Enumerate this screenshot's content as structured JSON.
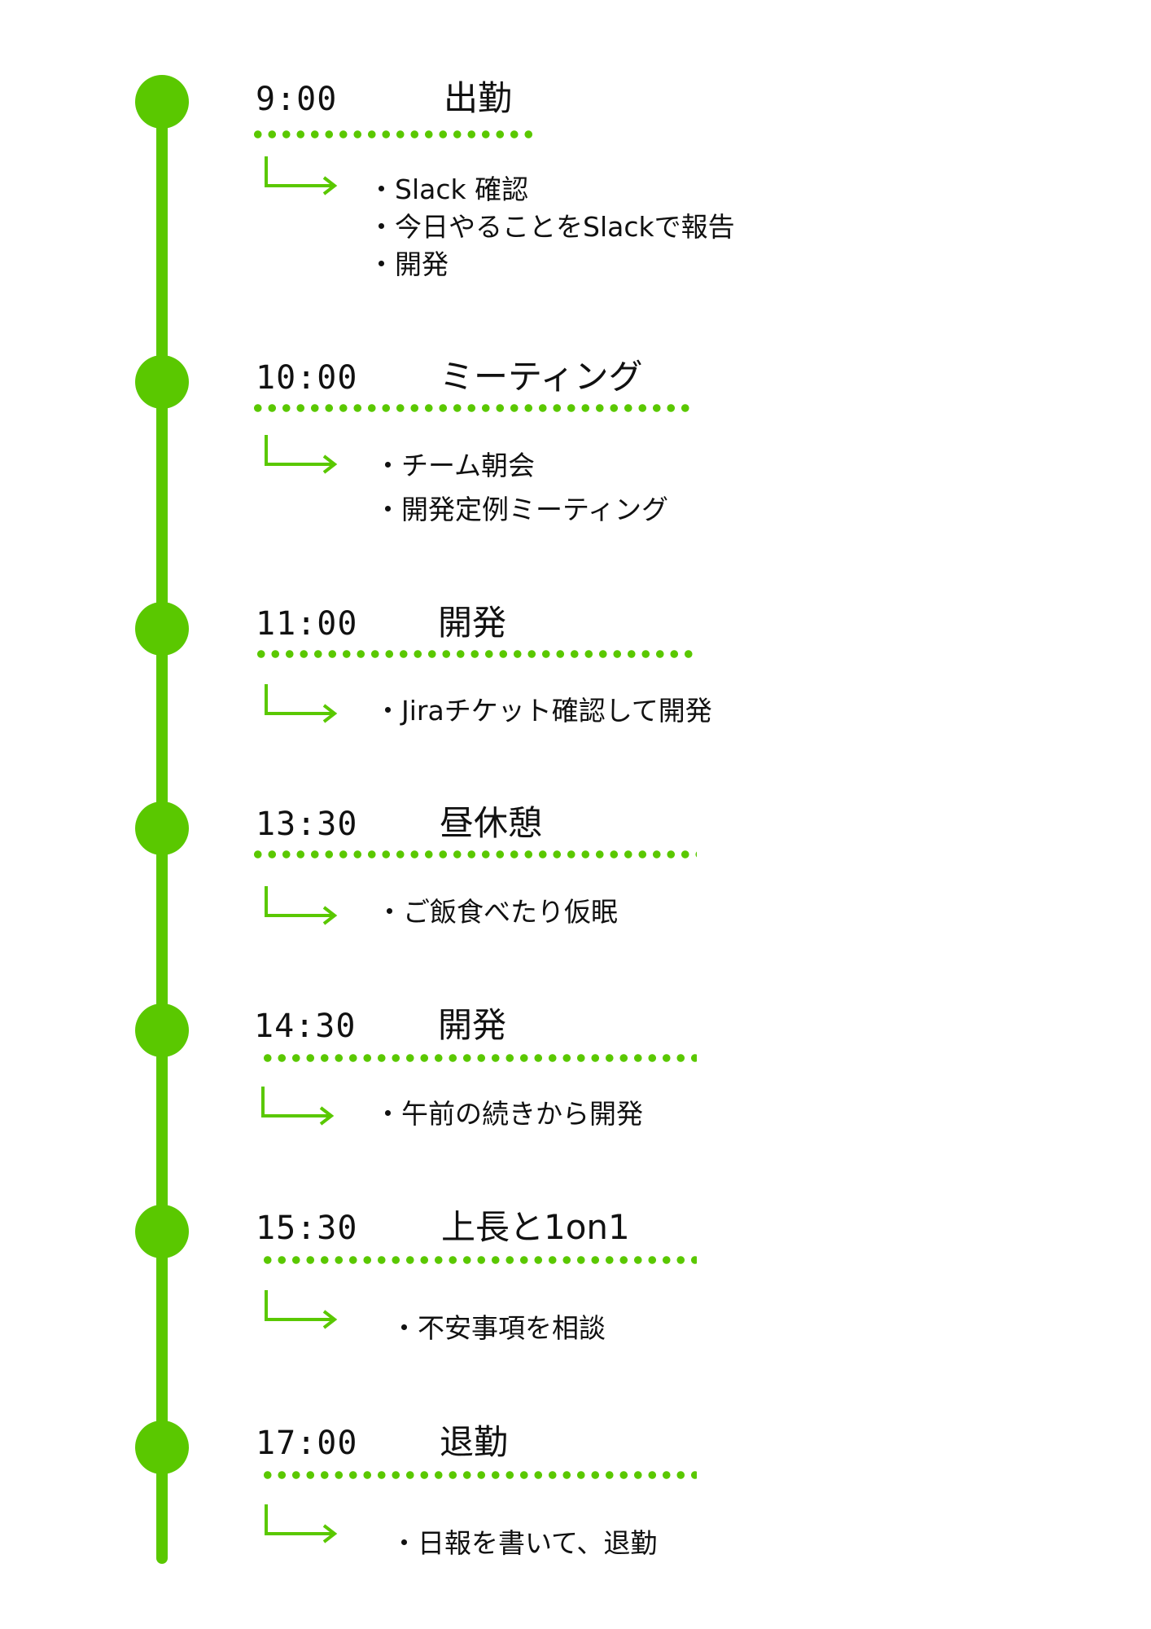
{
  "colors": {
    "accent": "#5ac800",
    "text": "#111111",
    "background": "#ffffff"
  },
  "schedule": [
    {
      "time": "9:00",
      "title": "出勤",
      "details": [
        "・Slack 確認",
        "・今日やることをSlackで報告",
        "・開発"
      ]
    },
    {
      "time": "10:00",
      "title": "ミーティング",
      "details": [
        "・チーム朝会",
        "・開発定例ミーティング"
      ]
    },
    {
      "time": "11:00",
      "title": "開発",
      "details": [
        "・Jiraチケット確認して開発"
      ]
    },
    {
      "time": "13:30",
      "title": "昼休憩",
      "details": [
        "・ご飯食べたり仮眠"
      ]
    },
    {
      "time": "14:30",
      "title": "開発",
      "details": [
        "・午前の続きから開発"
      ]
    },
    {
      "time": "15:30",
      "title": "上長と1on1",
      "details": [
        "・不安事項を相談"
      ]
    },
    {
      "time": "17:00",
      "title": "退勤",
      "details": [
        "・日報を書いて、退勤"
      ]
    }
  ]
}
